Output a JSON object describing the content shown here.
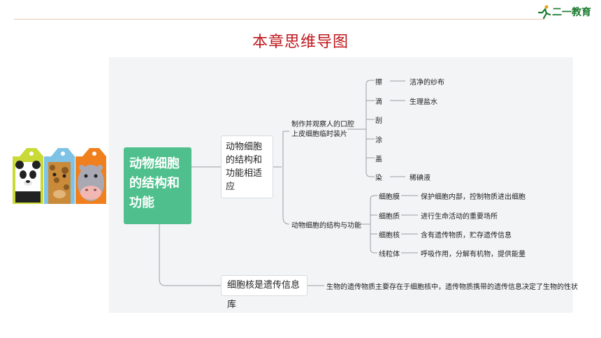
{
  "title": "本章思维导图",
  "logo": {
    "text": "二一教育",
    "icon": "runner-icon"
  },
  "colors": {
    "title": "#c0161c",
    "root": "#4fc08d",
    "line": "#9aa0a6",
    "background": "#f3f4f5"
  },
  "decoration": {
    "icons": [
      "panda-icon",
      "giraffe-icon",
      "hippo-icon"
    ]
  },
  "map": {
    "root": {
      "line1": "动物细胞",
      "line2": "的结构和",
      "line3": "功能"
    },
    "branch1": {
      "line1": "动物细胞",
      "line2": "的结构和",
      "line3": "功能相适",
      "line4": "应",
      "experiment": {
        "line1": "制作并观察人的口腔",
        "line2": "上皮细胞临时装片",
        "steps": [
          {
            "step": "擦",
            "note": "洁净的纱布"
          },
          {
            "step": "滴",
            "note": "生理盐水"
          },
          {
            "step": "刮",
            "note": ""
          },
          {
            "step": "涂",
            "note": ""
          },
          {
            "step": "盖",
            "note": ""
          },
          {
            "step": "染",
            "note": "稀碘液"
          }
        ]
      },
      "structure": {
        "label": "动物细胞的结构与功能",
        "parts": [
          {
            "name": "细胞膜",
            "function": "保护细胞内部，控制物质进出细胞"
          },
          {
            "name": "细胞质",
            "function": "进行生命活动的重要场所"
          },
          {
            "name": "细胞核",
            "function": "含有遗传物质，贮存遗传信息"
          },
          {
            "name": "线粒体",
            "function": "呼吸作用，分解有机物，提供能量"
          }
        ]
      }
    },
    "branch2": {
      "label": "细胞核是遗传信息库",
      "detail": "生物的遗传物质主要存在于细胞核中，遗传物质携带的遗传信息决定了生物的性状"
    }
  }
}
